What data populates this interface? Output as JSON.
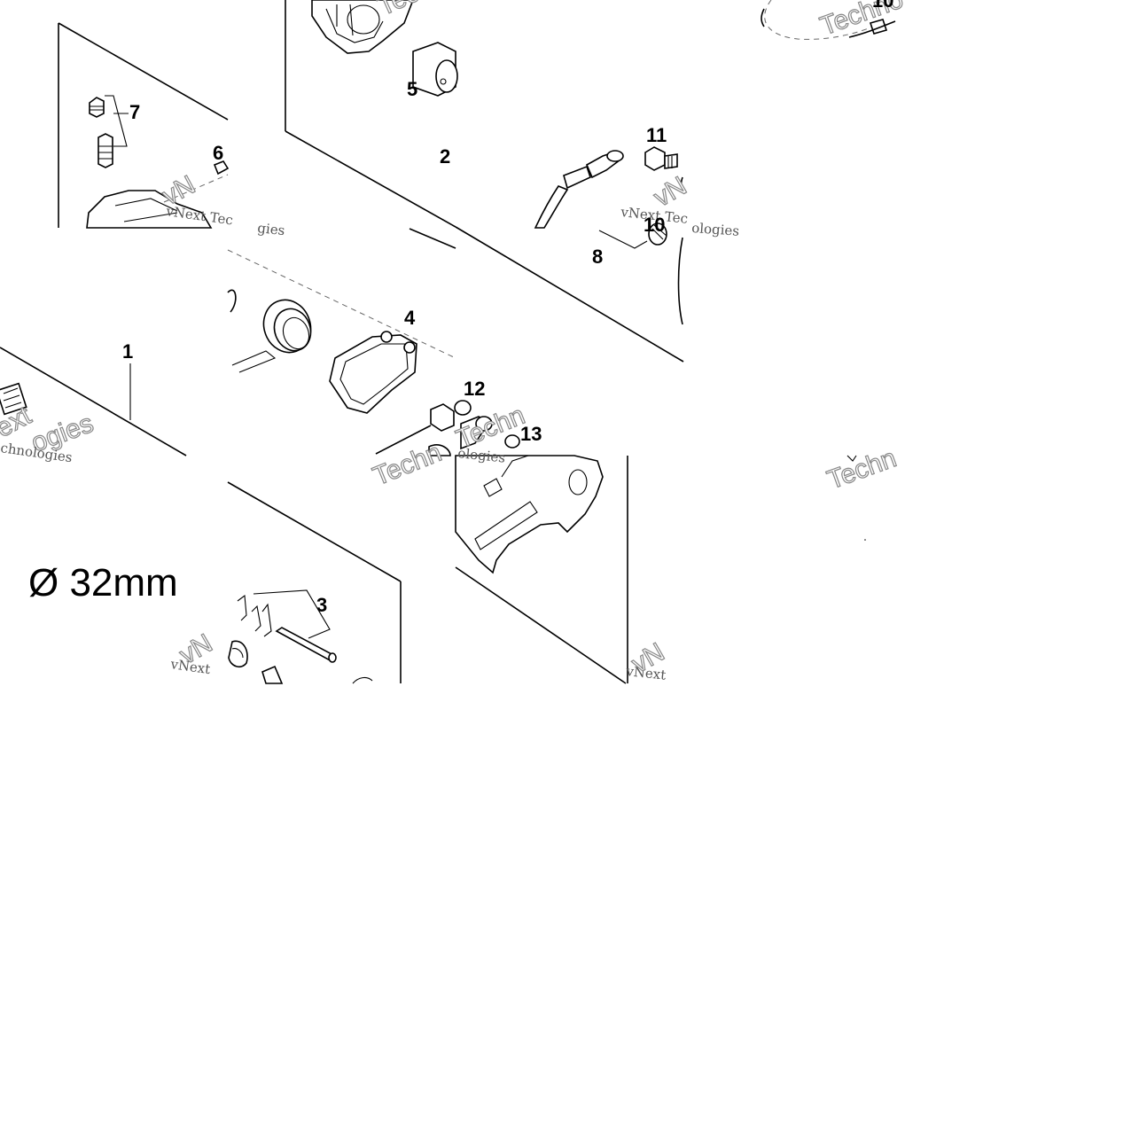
{
  "diagram": {
    "callouts": {
      "c1": "1",
      "c2": "2",
      "c3": "3",
      "c4": "4",
      "c5": "5",
      "c6": "6",
      "c7": "7",
      "c8": "8",
      "c10a": "10",
      "c10b": "10",
      "c11": "11",
      "c12": "12",
      "c13": "13"
    },
    "diameter_label": "Ø 32mm"
  }
}
